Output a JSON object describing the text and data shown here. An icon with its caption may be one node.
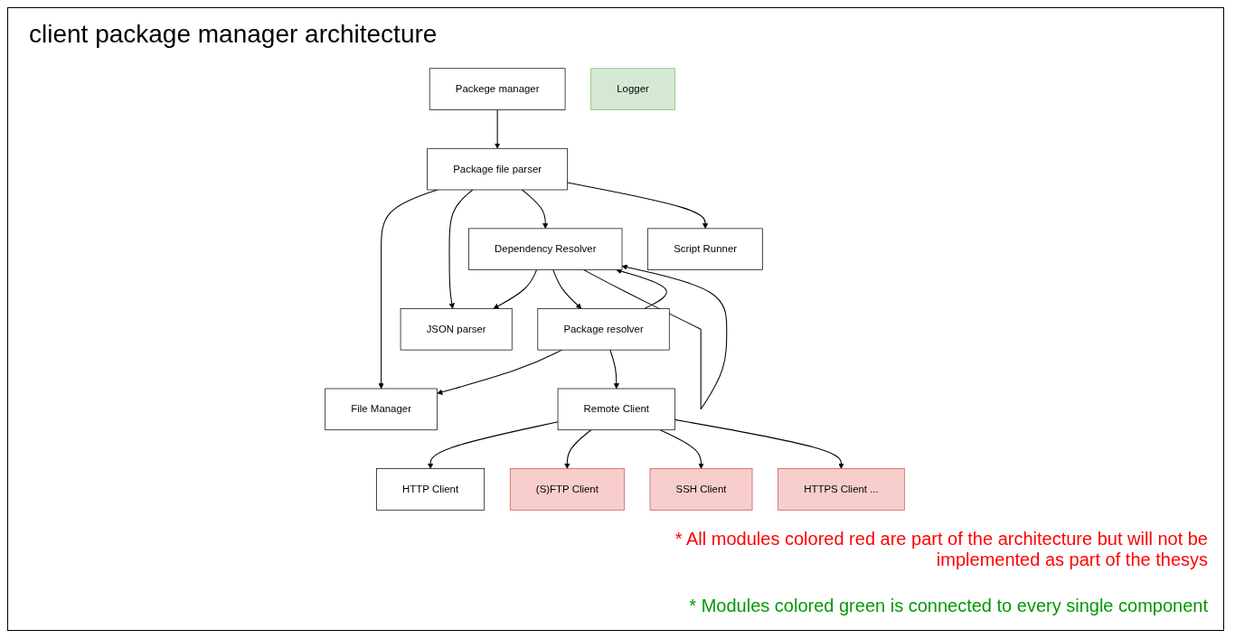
{
  "diagram": {
    "title": "client package manager architecture",
    "nodes": [
      {
        "text": [
          "File Manager"
        ]
      },
      {
        "text": [
          "HTTP Client"
        ]
      },
      {
        "text": [
          "Package resolver"
        ]
      },
      {
        "text": [
          "Remote Client"
        ]
      },
      {
        "text": [
          "JSON parser"
        ]
      },
      {
        "text": [
          "(S)FTP Client"
        ]
      },
      {
        "text": [
          "SSH Client"
        ]
      },
      {
        "text": [
          "Packege manager"
        ]
      },
      {
        "text": [
          "Package file parser"
        ]
      },
      {
        "text": [
          "Dependency Resolver"
        ]
      },
      {
        "text": [
          "HTTPS Client ..."
        ]
      },
      {
        "text": [
          "Logger"
        ]
      },
      {
        "text": [
          "Script Runner"
        ]
      }
    ],
    "edges": [
      {
        "from": 7,
        "to": 8,
        "arrow": "to"
      },
      {
        "from": 8,
        "to": 0,
        "arrow": "to"
      },
      {
        "from": 8,
        "to": 4,
        "arrow": "to"
      },
      {
        "from": 8,
        "to": 9,
        "arrow": "to"
      },
      {
        "from": 8,
        "to": 12,
        "arrow": "to"
      },
      {
        "from": 9,
        "to": 4,
        "arrow": "to"
      },
      {
        "from": 9,
        "to": 2,
        "arrow": "to"
      },
      {
        "from": 2,
        "to": 9,
        "arrow": "to"
      },
      {
        "from": 9,
        "to": 9,
        "arrow": "to"
      },
      {
        "from": 2,
        "to": 0,
        "arrow": "to"
      },
      {
        "from": 2,
        "to": 3,
        "arrow": "to"
      },
      {
        "from": 3,
        "to": 1,
        "arrow": "to"
      },
      {
        "from": 3,
        "to": 5,
        "arrow": "to"
      },
      {
        "from": 3,
        "to": 6,
        "arrow": "to"
      },
      {
        "from": 3,
        "to": 10,
        "arrow": "to"
      }
    ],
    "labels": [
      "* All modules colored red are part of the architecture but will not be implemented as part of the thesys",
      "* Modules colored green is connected to every single component"
    ]
  }
}
